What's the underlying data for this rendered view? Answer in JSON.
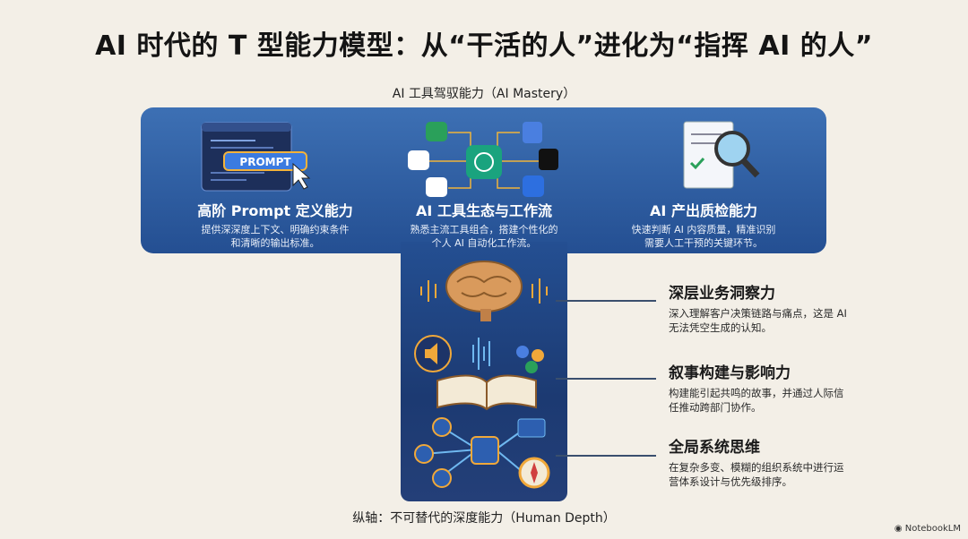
{
  "title": "AI 时代的 T 型能力模型：从“干活的人”进化为“指挥 AI 的人”",
  "top_label": "AI 工具驾驭能力（AI Mastery）",
  "bottom_label": "纵轴：不可替代的深度能力（Human Depth）",
  "brand": "NotebookLM",
  "top_items": [
    {
      "title": "高阶 Prompt 定义能力",
      "desc1": "提供深深度上下文、明确约束条件",
      "desc2": "和清晰的输出标准。",
      "badge": "PROMPT"
    },
    {
      "title": "AI 工具生态与工作流",
      "desc1": "熟悉主流工具组合，搭建个性化的",
      "desc2": "个人 AI 自动化工作流。"
    },
    {
      "title": "AI 产出质检能力",
      "desc1": "快速判断 AI 内容质量，精准识别",
      "desc2": "需要人工干预的关键环节。"
    }
  ],
  "depth_items": [
    {
      "title": "深层业务洞察力",
      "desc1": "深入理解客户决策链路与痛点，这是 AI",
      "desc2": "无法凭空生成的认知。"
    },
    {
      "title": "叙事构建与影响力",
      "desc1": "构建能引起共鸣的故事，并通过人际信",
      "desc2": "任推动跨部门协作。"
    },
    {
      "title": "全局系统思维",
      "desc1": "在复杂多变、模糊的组织系统中进行运",
      "desc2": "营体系设计与优先级排序。"
    }
  ]
}
